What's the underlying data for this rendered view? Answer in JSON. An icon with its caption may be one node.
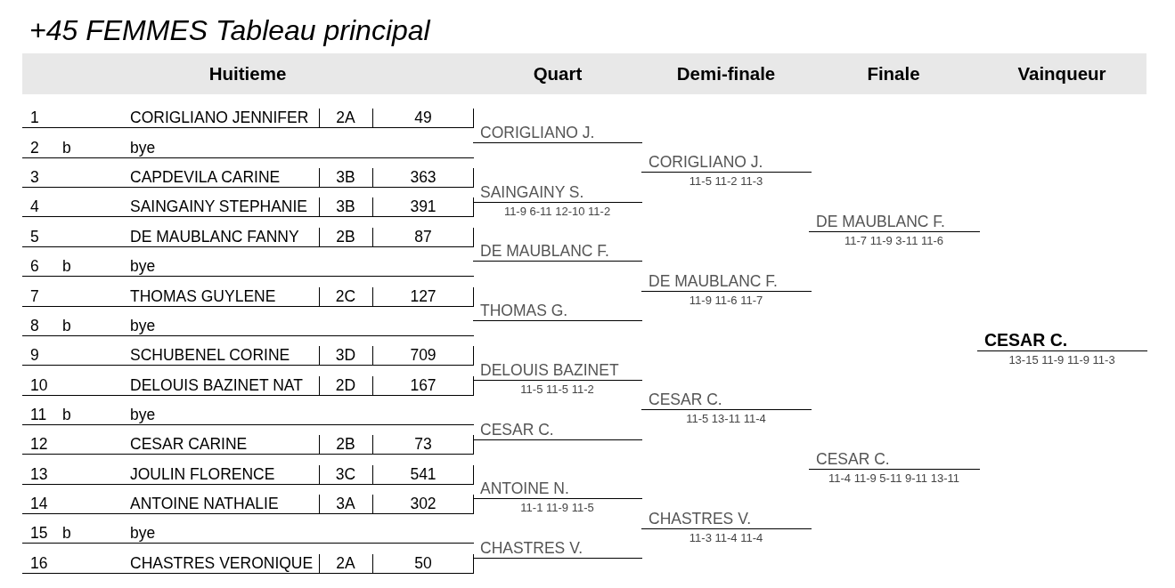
{
  "diagram": {
    "title": "+45 FEMMES Tableau principal",
    "nodes": [
      {
        "text": [
          "Huitieme",
          "Quart",
          "Demi-finale",
          "Finale",
          "Vainqueur"
        ]
      }
    ],
    "labels": [
      "1",
      "CORIGLIANO JENNIFER",
      "2A",
      "49",
      "2",
      "b",
      "bye",
      "3",
      "CAPDEVILA CARINE",
      "3B",
      "363",
      "4",
      "SAINGAINY STEPHANIE",
      "3B",
      "391",
      "5",
      "DE MAUBLANC FANNY",
      "2B",
      "87",
      "6",
      "b",
      "bye",
      "7",
      "THOMAS GUYLENE",
      "2C",
      "127",
      "8",
      "b",
      "bye",
      "9",
      "SCHUBENEL CORINE",
      "3D",
      "709",
      "10",
      "DELOUIS BAZINET NAT",
      "2D",
      "167",
      "11",
      "b",
      "bye",
      "12",
      "CESAR CARINE",
      "2B",
      "73",
      "13",
      "JOULIN FLORENCE",
      "3C",
      "541",
      "14",
      "ANTOINE NATHALIE",
      "3A",
      "302",
      "15",
      "b",
      "bye",
      "16",
      "CHASTRES VERONIQUE",
      "2A",
      "50",
      "CORIGLIANO J.",
      "SAINGAINY S.",
      "11-9 6-11 12-10 11-2",
      "DE MAUBLANC F.",
      "THOMAS G.",
      "DELOUIS BAZINET",
      "11-5 11-5 11-2",
      "CESAR C.",
      "ANTOINE N.",
      "11-1 11-9 11-5",
      "CHASTRES V.",
      "CORIGLIANO J.",
      "11-5 11-2 11-3",
      "DE MAUBLANC F.",
      "11-9 11-6 11-7",
      "CESAR C.",
      "11-5 13-11 11-4",
      "CHASTRES V.",
      "11-3 11-4 11-4",
      "DE MAUBLANC F.",
      "11-7 11-9 3-11 11-6",
      "CESAR C.",
      "11-4 11-9 5-11 9-11 13-11",
      "CESAR C.",
      "13-15 11-9 11-9 11-3"
    ]
  }
}
